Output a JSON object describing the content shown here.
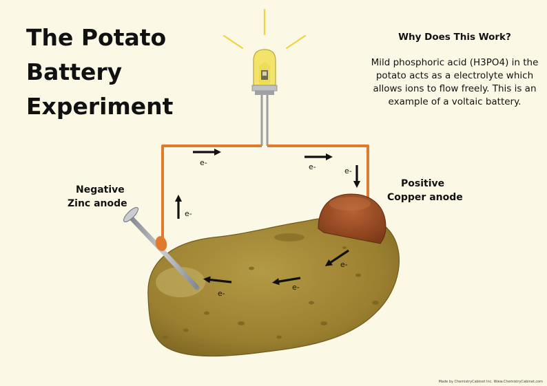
{
  "title": {
    "line1": "The Potato",
    "line2": "Battery",
    "line3": "Experiment"
  },
  "info": {
    "heading": "Why Does This Work?",
    "body": "Mild phosphoric acid (H3PO4) in the potato acts as a electrolyte which allows ions to flow freely. This is an example of a voltaic battery."
  },
  "labels": {
    "negative": [
      "Negative",
      "Zinc anode"
    ],
    "positive": [
      "Positive",
      "Copper anode"
    ]
  },
  "electron_label": "e-",
  "credit": "Made by ChemistryCabinet Inc. Www.ChemistryCabinet.com",
  "colors": {
    "background": "#fbf8e6",
    "wire": "#e07a2e",
    "potato": "#9c8233",
    "copper": "#9a4a22",
    "bulb": "#f3e36a"
  },
  "icons": [
    "light-bulb-icon",
    "nail-icon",
    "potato-icon",
    "copper-electrode-icon",
    "arrow-icon"
  ]
}
